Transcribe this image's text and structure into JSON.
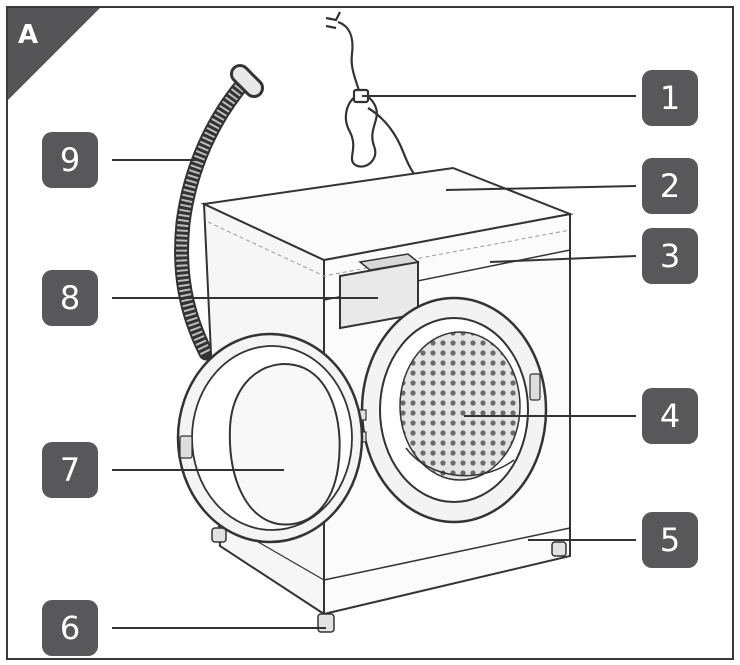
{
  "figure_label": "A",
  "callouts": [
    {
      "number": "1",
      "part": "power-cord"
    },
    {
      "number": "2",
      "part": "top-panel"
    },
    {
      "number": "3",
      "part": "control-panel"
    },
    {
      "number": "4",
      "part": "drum"
    },
    {
      "number": "5",
      "part": "filter-cover"
    },
    {
      "number": "6",
      "part": "adjustable-feet"
    },
    {
      "number": "7",
      "part": "loading-door"
    },
    {
      "number": "8",
      "part": "detergent-drawer"
    },
    {
      "number": "9",
      "part": "drain-hose"
    }
  ],
  "colors": {
    "badge": "#58585a",
    "badge_text": "#ffffff",
    "line": "#333333",
    "frame": "#3a3a3a"
  }
}
